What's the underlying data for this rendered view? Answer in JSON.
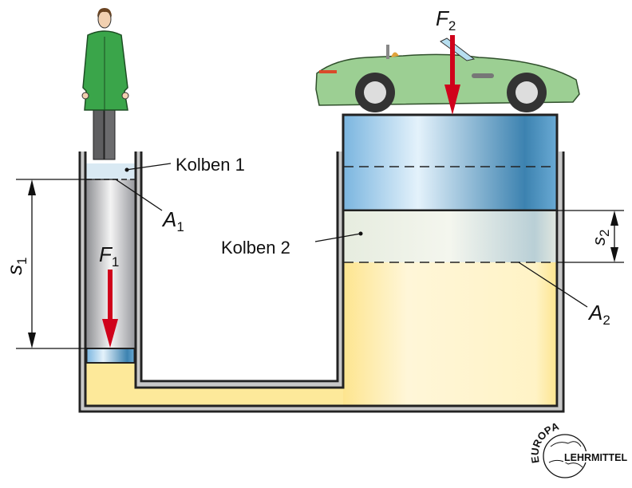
{
  "labels": {
    "piston1": "Kolben 1",
    "piston2": "Kolben 2",
    "force1": "F",
    "force1_sub": "1",
    "force2": "F",
    "force2_sub": "2",
    "area1": "A",
    "area1_sub": "1",
    "area2": "A",
    "area2_sub": "2",
    "stroke1": "s",
    "stroke1_sub": "1",
    "stroke2": "s",
    "stroke2_sub": "2"
  },
  "logo": {
    "top": "EUROPA",
    "bottom": "LEHRMITTEL"
  },
  "colors": {
    "fluid": "#fde99a",
    "piston": "#7fb8df",
    "arrow": "#d0021b",
    "car": "#9ccf93",
    "coat": "#3aa54a"
  }
}
